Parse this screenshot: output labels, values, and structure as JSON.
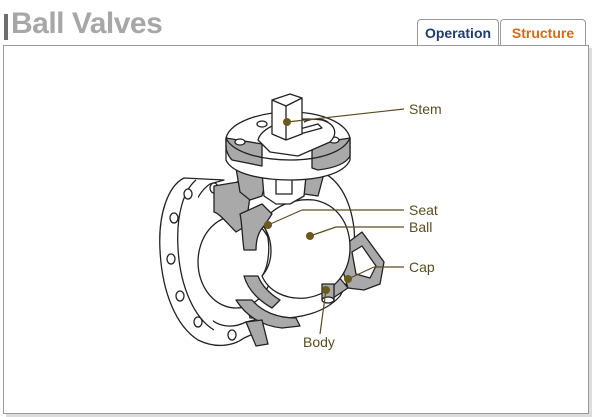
{
  "header": {
    "title": "Ball Valves",
    "tabs": [
      {
        "label": "Operation",
        "active": false
      },
      {
        "label": "Structure",
        "active": true
      }
    ]
  },
  "diagram": {
    "labels": {
      "stem": "Stem",
      "seat": "Seat",
      "ball": "Ball",
      "cap": "Cap",
      "body": "Body"
    },
    "leader_color": "#5a4d1f",
    "section_fill": "#a9a9a9",
    "line_color": "#222222"
  },
  "colors": {
    "title": "#a7a7a7",
    "tab_operation": "#1d3b74",
    "tab_structure": "#d96a10"
  }
}
